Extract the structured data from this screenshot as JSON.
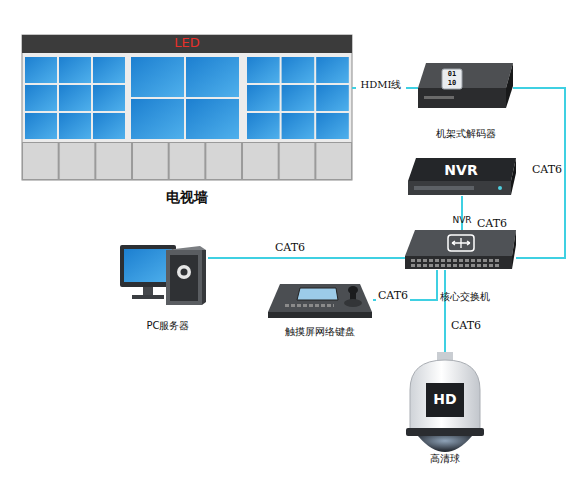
{
  "diagram": {
    "nodes": [
      {
        "text": [
          "LED",
          "电视墙"
        ]
      },
      {
        "text": [
          "机架式解码器"
        ]
      },
      {
        "text": [
          "NVR",
          "NVR"
        ]
      },
      {
        "text": [
          "核心交换机"
        ]
      },
      {
        "text": [
          "PC服务器"
        ]
      },
      {
        "text": [
          "触摸屏网络键盘"
        ]
      },
      {
        "text": [
          "HD",
          "高清球"
        ]
      }
    ],
    "edges": [
      {
        "from": 0,
        "to": 1,
        "label": "HDMI线",
        "arrow": "none"
      },
      {
        "from": 1,
        "to": 3,
        "label": "CAT6",
        "arrow": "none"
      },
      {
        "from": 2,
        "to": 3,
        "label": "CAT6",
        "arrow": "none"
      },
      {
        "from": 4,
        "to": 3,
        "label": "CAT6",
        "arrow": "none"
      },
      {
        "from": 5,
        "to": 3,
        "label": "CAT6",
        "arrow": "none"
      },
      {
        "from": 3,
        "to": 6,
        "label": "CAT6",
        "arrow": "none"
      }
    ],
    "labels": [
      "01",
      "10"
    ]
  }
}
